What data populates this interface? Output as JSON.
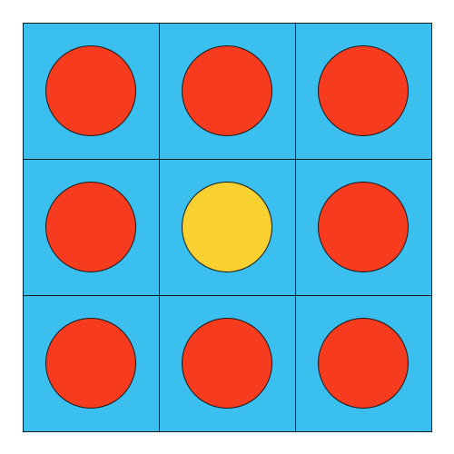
{
  "board": {
    "rows": 3,
    "cols": 3,
    "cell_color": "#3bbfef",
    "piece_colors": {
      "red": "#f73b1f",
      "yellow": "#f8d02f"
    },
    "cells": [
      [
        "red",
        "red",
        "red"
      ],
      [
        "red",
        "yellow",
        "red"
      ],
      [
        "red",
        "red",
        "red"
      ]
    ]
  }
}
